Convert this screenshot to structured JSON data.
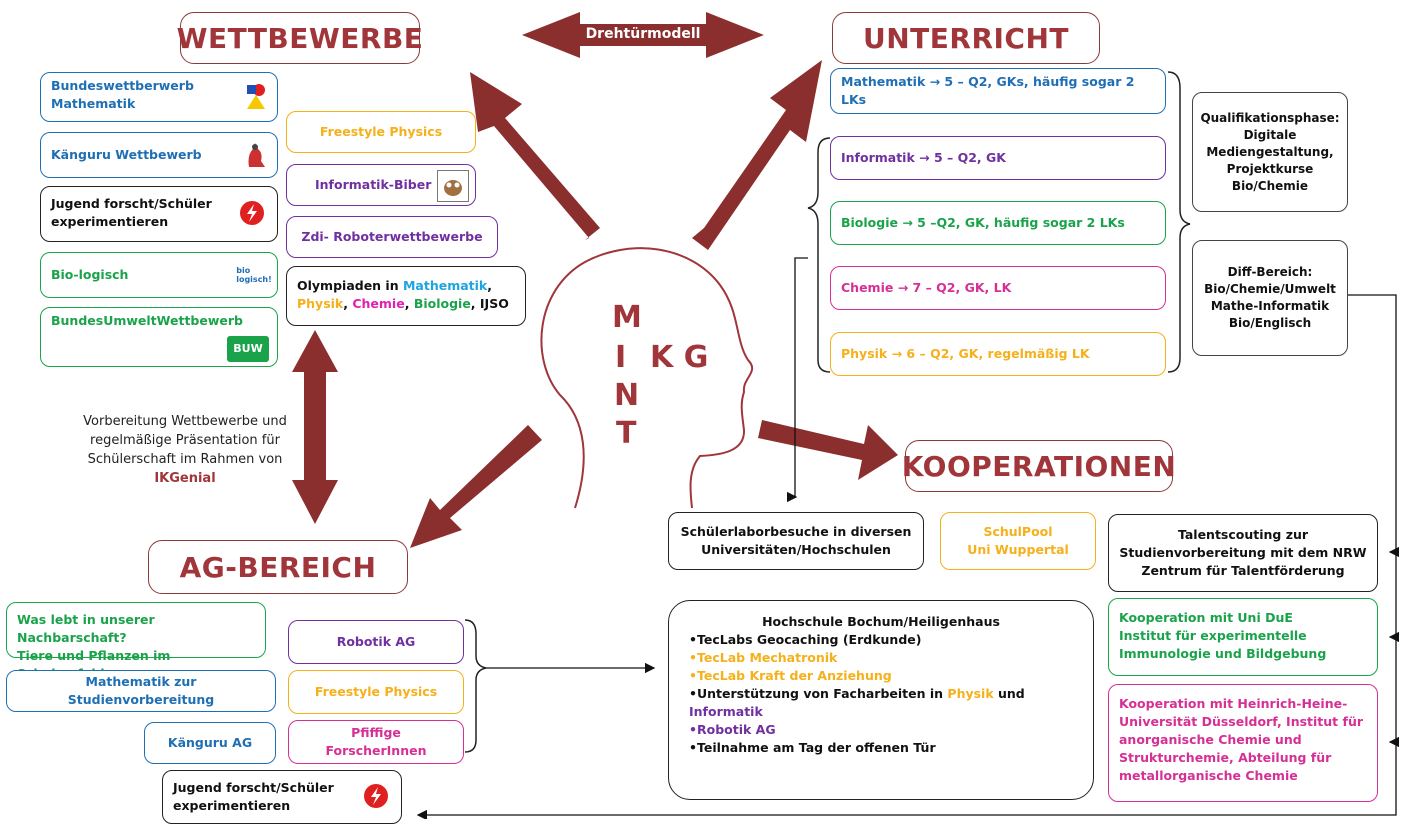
{
  "headers": {
    "wettbewerbe": "WETTBEWERBE",
    "unterricht": "UNTERRICHT",
    "kooperationen": "KOOPERATIONEN",
    "ag_bereich": "AG-BEREICH",
    "drehtuer": "Drehtürmodell"
  },
  "mint": {
    "m": "M",
    "i": "I",
    "kg": "K G",
    "n": "N",
    "t": "T"
  },
  "wettbewerbe": {
    "bundeswettbewerb": [
      "Bundeswettberwerb",
      "Mathematik"
    ],
    "kaenguru": "Känguru Wettbewerb",
    "jugend_forscht": [
      "Jugend forscht/Schüler",
      "experimentieren"
    ],
    "biologisch": "Bio-logisch",
    "bundesumwelt": "BundesUmweltWettbewerb",
    "freestyle": "Freestyle Physics",
    "biber": "Informatik-Biber",
    "zdi": "Zdi- Roboterwettbewerbe",
    "olympiaden": {
      "prefix": "Olympiaden in ",
      "items": [
        {
          "text": "Mathematik",
          "color": "#1ea4e0",
          "sep": ","
        },
        {
          "text": "Physik",
          "color": "#f5b01a",
          "sep": ", "
        },
        {
          "text": "Chemie",
          "color": "#e020b0",
          "sep": ", "
        },
        {
          "text": "Biologie",
          "color": "#1aa34a",
          "sep": ", "
        },
        {
          "text": "IJSO",
          "color": "#111111",
          "sep": ""
        }
      ]
    },
    "logos": {
      "bio": "bio logisch!",
      "buw": "BUW"
    }
  },
  "caption": {
    "lines": [
      "Vorbereitung Wettbewerbe und",
      "regelmäßige Präsentation für",
      "Schülerschaft im Rahmen von"
    ],
    "highlight": "IKGenial"
  },
  "unterricht": {
    "mathematik": "Mathematik → 5 – Q2, GKs, häufig sogar 2 LKs",
    "informatik": "Informatik → 5 – Q2, GK",
    "biologie": "Biologie → 5 –Q2, GK, häufig sogar 2 LKs",
    "chemie": "Chemie → 7 – Q2, GK, LK",
    "physik": "Physik → 6 – Q2, GK, regelmäßig LK",
    "quali": [
      "Qualifikationsphase:",
      "Digitale",
      "Mediengestaltung,",
      "Projektkurse",
      "Bio/Chemie"
    ],
    "diff": [
      "Diff-Bereich:",
      "Bio/Chemie/Umwelt",
      "Mathe-Informatik",
      "Bio/Englisch"
    ]
  },
  "kooperationen": {
    "schuelerlabor": [
      "Schülerlaborbesuche in diversen",
      "Universitäten/Hochschulen"
    ],
    "schulpool": [
      "SchulPool",
      "Uni Wuppertal"
    ],
    "talent": [
      "Talentscouting zur",
      "Studienvorbereitung mit dem NRW",
      "Zentrum für Talentförderung"
    ],
    "uni_due": [
      "Kooperation mit Uni DuE",
      "Institut für experimentelle",
      "Immunologie und Bildgebung"
    ],
    "hhu": [
      "Kooperation mit Heinrich-Heine-",
      "Universität Düsseldorf, Institut für",
      "anorganische Chemie und",
      "Strukturchemie, Abteilung für",
      "metallorganische Chemie"
    ],
    "hochschule": {
      "title": "Hochschule Bochum/Heiligenhaus",
      "items": [
        {
          "text": "•TecLabs Geocaching  (Erdkunde)",
          "color": "#111111"
        },
        {
          "text": "•TecLab Mechatronik",
          "color": "#f5b01a"
        },
        {
          "text": "•TecLab Kraft der Anziehung",
          "color": "#f5b01a"
        },
        {
          "text": "•Unterstützung von Facharbeiten in ",
          "color": "#111111",
          "extra": "Physik",
          "extra_color": "#f5b01a",
          "tail": " und"
        },
        {
          "text": "Informatik",
          "color": "#7030a0"
        },
        {
          "text": "•Robotik AG",
          "color": "#7030a0"
        },
        {
          "text": "•Teilnahme am Tag der offenen Tür",
          "color": "#111111"
        }
      ]
    }
  },
  "ag": {
    "nachbarschaft": [
      "Was lebt in unserer Nachbarschaft?",
      "Tiere und Pflanzen im Schulumfeld"
    ],
    "mathe": "Mathematik zur Studienvorbereitung",
    "kaenguru_ag": "Känguru AG",
    "robotik": "Robotik AG",
    "freestyle": "Freestyle Physics",
    "pfiffige": "Pfiffige ForscherInnen",
    "jugend_forscht": [
      "Jugend forscht/Schüler",
      "experimentieren"
    ]
  },
  "colors": {
    "accent": "#a0353a",
    "arrow": "#8b2e2e",
    "blue": "#1f6fb5",
    "purple": "#7030a0",
    "green": "#1aa34a",
    "pink": "#d62f95",
    "yellow": "#f5b01a"
  }
}
